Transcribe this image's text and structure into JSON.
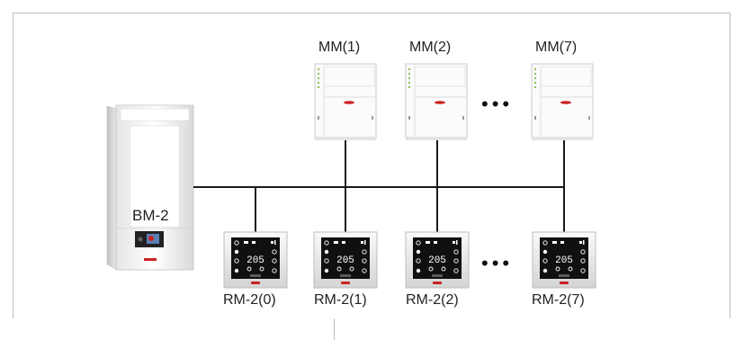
{
  "boiler": {
    "label": "BM-2"
  },
  "mixer_modules": [
    {
      "label": "MM(1)"
    },
    {
      "label": "MM(2)"
    },
    {
      "label": "MM(7)"
    }
  ],
  "room_modules": [
    {
      "label": "RM-2(0)",
      "display": "205"
    },
    {
      "label": "RM-2(1)",
      "display": "205"
    },
    {
      "label": "RM-2(2)",
      "display": "205"
    },
    {
      "label": "RM-2(7)",
      "display": "205"
    }
  ],
  "ellipsis": "•••",
  "colors": {
    "bus_line": "#1a1a1a",
    "frame": "#bdbdbd",
    "status_led": "#cc2222"
  }
}
